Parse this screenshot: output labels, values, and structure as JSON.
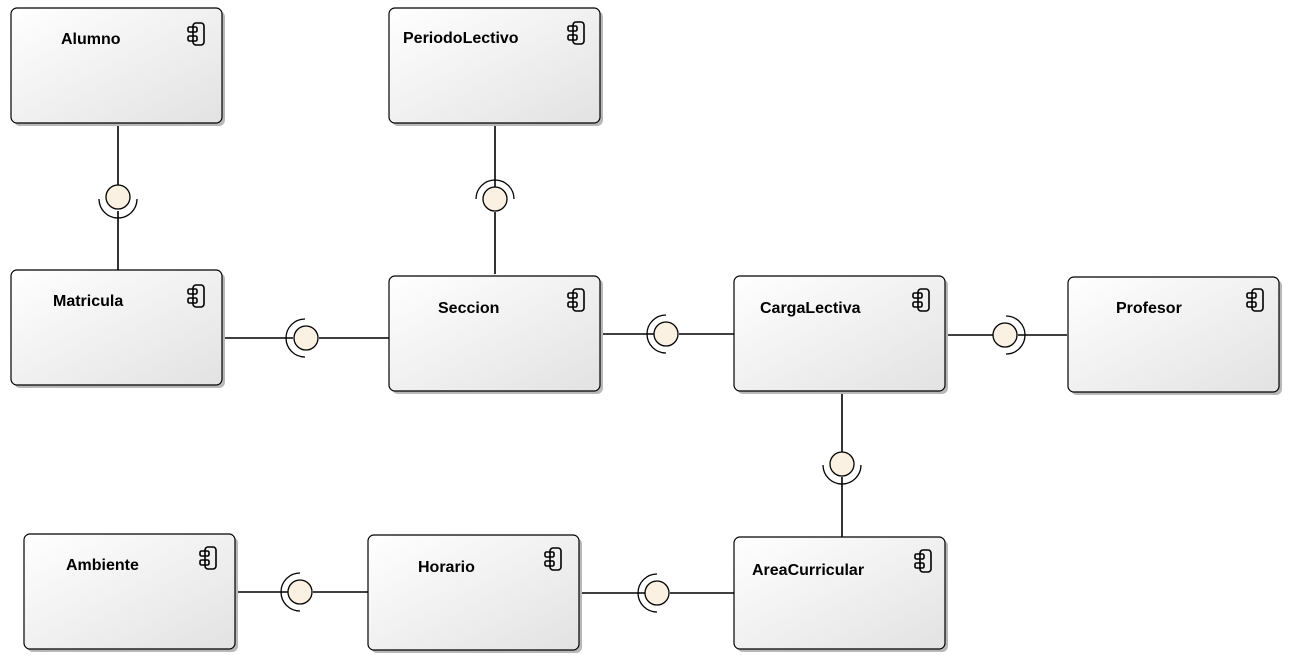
{
  "diagram": {
    "components": [
      {
        "id": "alumno",
        "label": "Alumno"
      },
      {
        "id": "periodo",
        "label": "PeriodoLectivo"
      },
      {
        "id": "matricula",
        "label": "Matricula"
      },
      {
        "id": "seccion",
        "label": "Seccion"
      },
      {
        "id": "carga",
        "label": "CargaLectiva"
      },
      {
        "id": "profesor",
        "label": "Profesor"
      },
      {
        "id": "ambiente",
        "label": "Ambiente"
      },
      {
        "id": "horario",
        "label": "Horario"
      },
      {
        "id": "area",
        "label": "AreaCurricular"
      }
    ],
    "connections": [
      {
        "from": "alumno",
        "to": "matricula"
      },
      {
        "from": "periodo",
        "to": "seccion"
      },
      {
        "from": "matricula",
        "to": "seccion"
      },
      {
        "from": "seccion",
        "to": "carga"
      },
      {
        "from": "carga",
        "to": "profesor"
      },
      {
        "from": "carga",
        "to": "area"
      },
      {
        "from": "ambiente",
        "to": "horario"
      },
      {
        "from": "horario",
        "to": "area"
      }
    ],
    "colors": {
      "box_fill_top": "#ffffff",
      "box_fill_bottom": "#e4e4e4",
      "interface_fill": "#fbf1e2",
      "line": "#000000"
    },
    "icon": "component-icon"
  }
}
